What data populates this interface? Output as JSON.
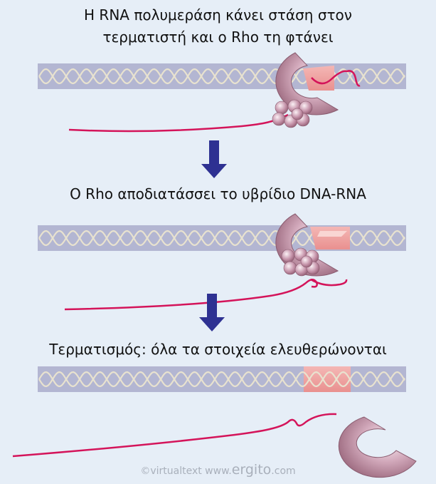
{
  "steps": [
    {
      "caption_line1": "Η RNA πολυμεράση κάνει στάση στον",
      "caption_line2": "τερματιστή και ο Rho τη φτάνει"
    },
    {
      "caption": "Ο Rho αποδιατάσσει το υβρίδιο DNA-RNA"
    },
    {
      "caption": "Τερματισμός: όλα τα στοιχεία ελευθερώνονται"
    }
  ],
  "credit": {
    "prefix": "©virtualtext  www.",
    "brand": "ergito",
    "suffix": ".com"
  },
  "colors": {
    "background": "#e6eef7",
    "dna_band": "#b3b6d2",
    "dna_helix": "#e8e2cf",
    "terminator": "#f0a9a9",
    "rna": "#d4145a",
    "polymerase": "#b9869b",
    "rho": "#b9869b",
    "arrow": "#2e3192"
  }
}
